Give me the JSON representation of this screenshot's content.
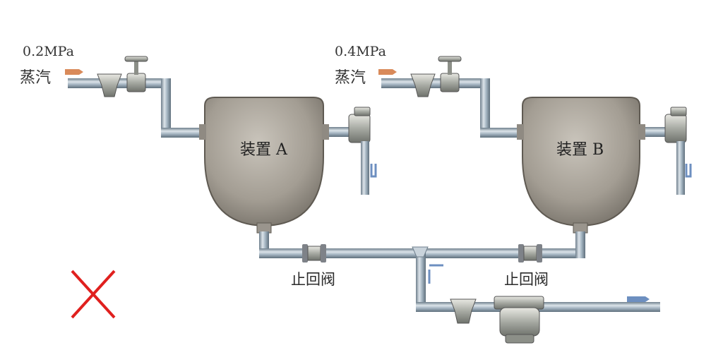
{
  "labels": {
    "pressure_a": "0.2MPa",
    "steam_a": "蒸汽",
    "pressure_b": "0.4MPa",
    "steam_b": "蒸汽",
    "device_a": "装置 A",
    "device_b": "装置 B",
    "check_valve_left": "止回阀",
    "check_valve_right": "止回阀"
  },
  "colors": {
    "pipe": "#8a9aa8",
    "pipe_highlight": "#cfd8e0",
    "vessel": "#a9a39a",
    "vessel_dark": "#7e786f",
    "steam_arrow": "#d98a5a",
    "water_arrow": "#6d8fc0",
    "cross": "#e0201e"
  },
  "icons": {
    "wrong_mark": "red-cross-icon",
    "steam_flow": "arrow-right-icon",
    "condensate_flow": "arrow-down-icon"
  }
}
